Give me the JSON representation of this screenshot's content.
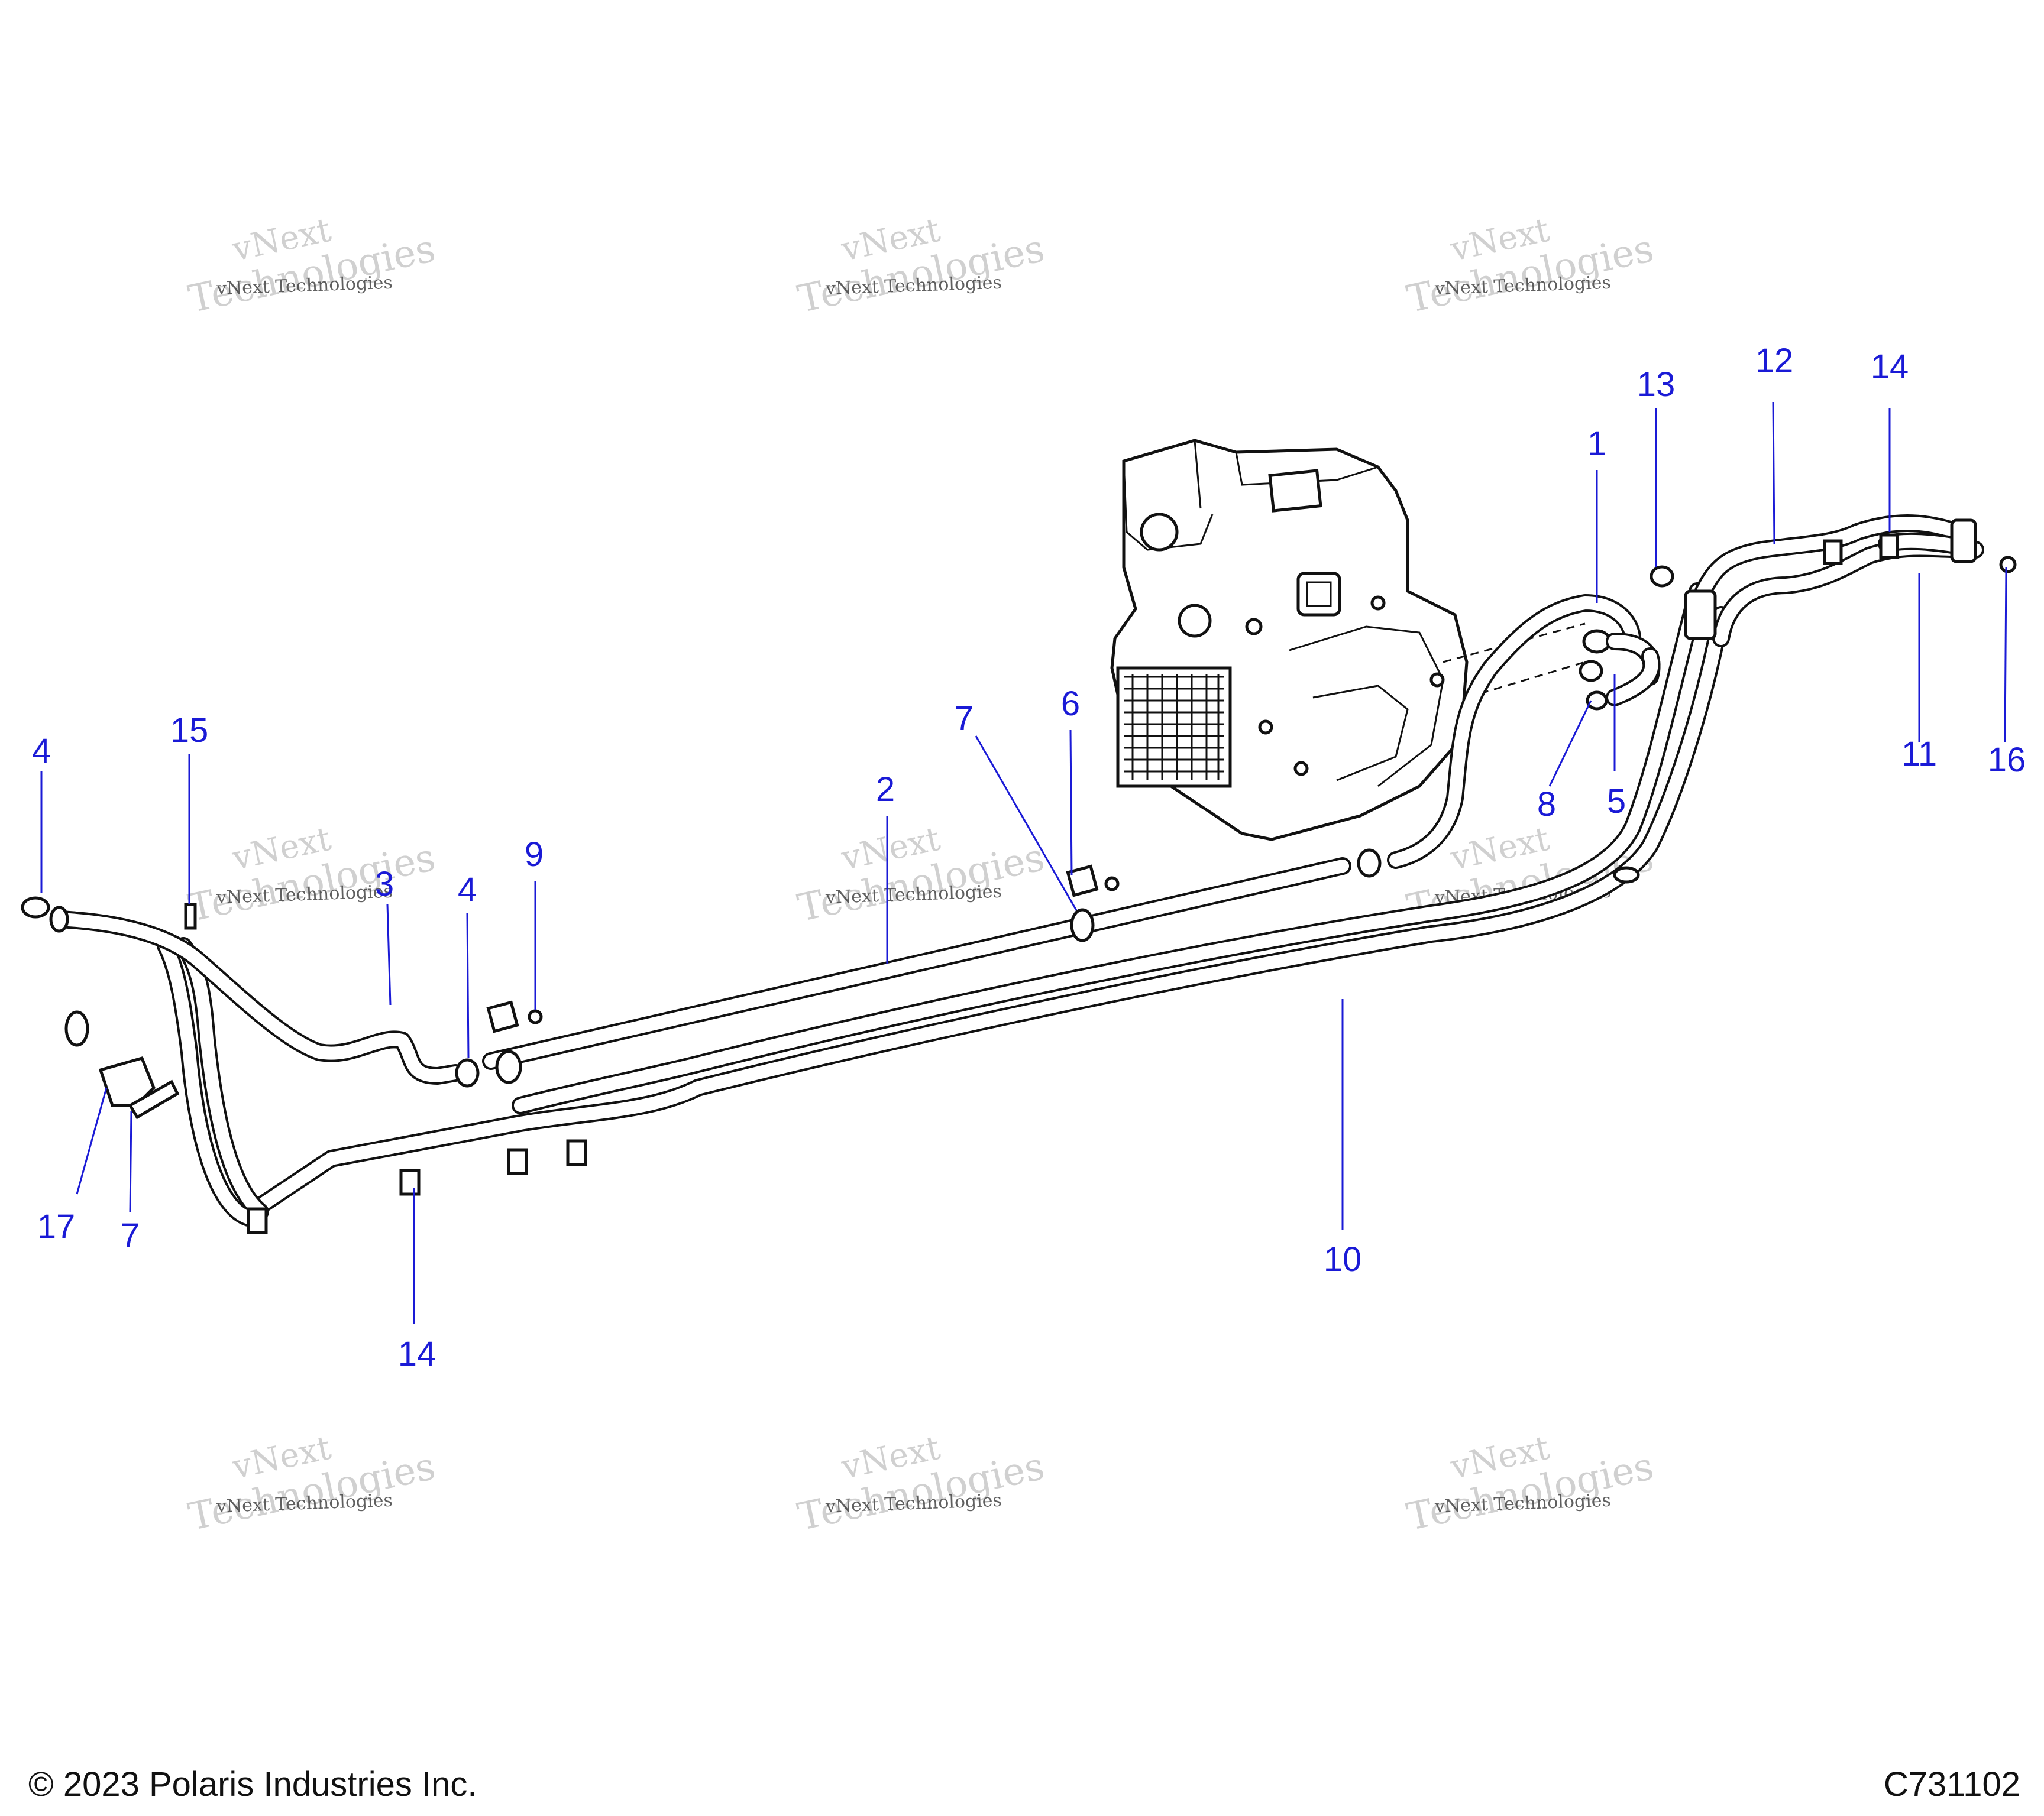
{
  "callouts": [
    {
      "id": "c1",
      "label": "1"
    },
    {
      "id": "c2",
      "label": "2"
    },
    {
      "id": "c3",
      "label": "3"
    },
    {
      "id": "c4a",
      "label": "4"
    },
    {
      "id": "c4b",
      "label": "4"
    },
    {
      "id": "c5",
      "label": "5"
    },
    {
      "id": "c6",
      "label": "6"
    },
    {
      "id": "c7a",
      "label": "7"
    },
    {
      "id": "c7b",
      "label": "7"
    },
    {
      "id": "c8",
      "label": "8"
    },
    {
      "id": "c9",
      "label": "9"
    },
    {
      "id": "c10",
      "label": "10"
    },
    {
      "id": "c11",
      "label": "11"
    },
    {
      "id": "c12",
      "label": "12"
    },
    {
      "id": "c13",
      "label": "13"
    },
    {
      "id": "c14a",
      "label": "14"
    },
    {
      "id": "c14b",
      "label": "14"
    },
    {
      "id": "c15",
      "label": "15"
    },
    {
      "id": "c16",
      "label": "16"
    },
    {
      "id": "c17",
      "label": "17"
    }
  ],
  "watermark": {
    "line1": "vNext",
    "line2": "Technologies",
    "small": "vNext Technologies"
  },
  "footer": {
    "copyright": "© 2023 Polaris Industries Inc.",
    "drawing_number": "C731102"
  },
  "colors": {
    "callout": "#1a1ad6",
    "line_art": "#111111",
    "watermark": "#c8c8c8"
  }
}
